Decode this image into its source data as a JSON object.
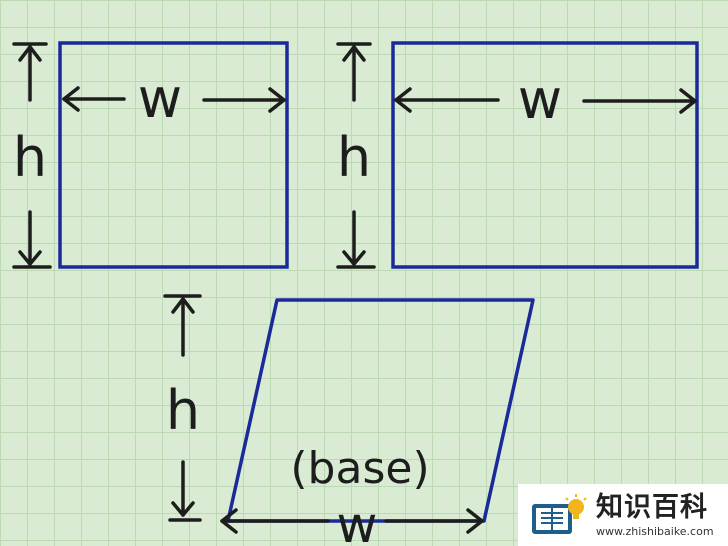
{
  "labels": {
    "h1": "h",
    "w1": "w",
    "h2": "h",
    "w2": "w",
    "h3": "h",
    "w3": "w",
    "base": "(base)"
  },
  "watermark": {
    "name": "知识百科",
    "url": "www.zhishibaike.com"
  },
  "colors": {
    "background": "#d9ecd3",
    "grid": "#bcd9b4",
    "shape_outline": "#1a2a9a",
    "ink": "#1d1d1d"
  }
}
